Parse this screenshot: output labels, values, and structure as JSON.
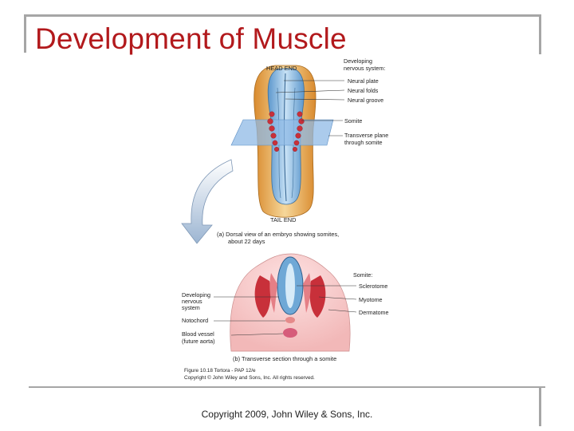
{
  "slide": {
    "title": "Development of Muscle",
    "copyright": "Copyright 2009, John Wiley & Sons, Inc."
  },
  "figure": {
    "head_end": "HEAD END",
    "tail_end": "TAIL END",
    "developing_nervous_system_top_1": "Developing",
    "developing_nervous_system_top_2": "nervous system:",
    "neural_plate": "Neural plate",
    "neural_folds": "Neural folds",
    "neural_groove": "Neural groove",
    "somite": "Somite",
    "transverse_plane_1": "Transverse plane",
    "transverse_plane_2": "through somite",
    "caption_a_1": "(a) Dorsal view of an embryo showing somites,",
    "caption_a_2": "about 22 days",
    "somite_b": "Somite:",
    "sclerotome": "Sclerotome",
    "myotome": "Myotome",
    "dermatome": "Dermatome",
    "developing_nervous_system_b_1": "Developing",
    "developing_nervous_system_b_2": "nervous",
    "developing_nervous_system_b_3": "system",
    "notochord": "Notochord",
    "blood_vessel_1": "Blood vessel",
    "blood_vessel_2": "(future aorta)",
    "caption_b": "(b) Transverse section through a somite",
    "figure_credit_1": "Figure 10.18  Tortora - PAP 12/e",
    "figure_credit_2": "Copyright © John Wiley and Sons, Inc. All rights reserved."
  },
  "colors": {
    "title": "#b2191c",
    "frame": "#a6a6a6",
    "neural_blue": "#6fa8d6",
    "somite_red": "#c8303a",
    "ectoderm_orange": "#e8b060",
    "plane_blue": "#8fb9e6"
  }
}
